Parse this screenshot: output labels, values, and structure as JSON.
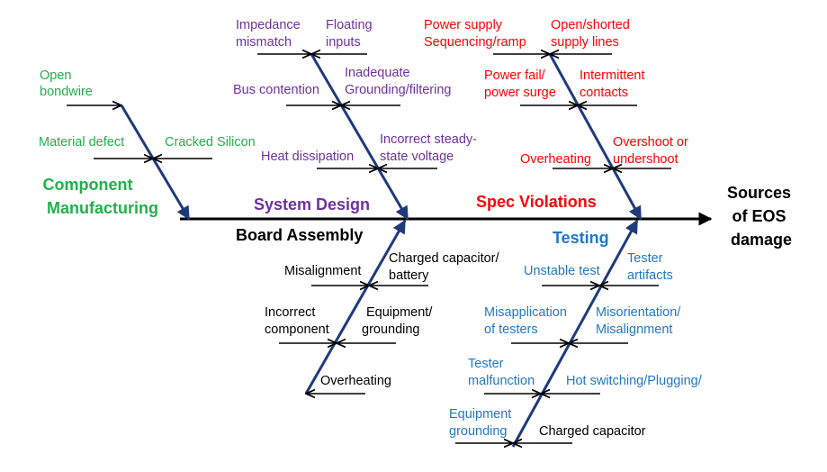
{
  "effect": {
    "lines": [
      "Sources",
      "of EOS",
      "damage"
    ],
    "color": "#000000"
  },
  "colors": {
    "spine": "#000000",
    "bone": "#1F3A7A",
    "rib": "#000000",
    "component": "#22B04B",
    "system": "#7030A0",
    "spec": "#FF0000",
    "board": "#000000",
    "testing": "#1F78C8"
  },
  "categories": {
    "component": {
      "label_lines": [
        "Component",
        "Manufacturing"
      ],
      "causes": [
        {
          "lines": [
            "Open",
            "bondwire"
          ]
        },
        {
          "lines": [
            "Material defect"
          ]
        },
        {
          "lines": [
            "Cracked Silicon"
          ]
        }
      ]
    },
    "system": {
      "label_lines": [
        "System Design"
      ],
      "causes": [
        {
          "lines": [
            "Impedance",
            "mismatch"
          ]
        },
        {
          "lines": [
            "Floating",
            "inputs"
          ]
        },
        {
          "lines": [
            "Bus contention"
          ]
        },
        {
          "lines": [
            "Inadequate",
            "Grounding/filtering"
          ]
        },
        {
          "lines": [
            "Heat dissipation"
          ]
        },
        {
          "lines": [
            "Incorrect steady-",
            "state voltage"
          ]
        }
      ]
    },
    "spec": {
      "label_lines": [
        "Spec Violations"
      ],
      "causes": [
        {
          "lines": [
            "Power supply",
            "Sequencing/ramp"
          ]
        },
        {
          "lines": [
            "Open/shorted",
            "supply lines"
          ]
        },
        {
          "lines": [
            "Power fail/",
            "power surge"
          ]
        },
        {
          "lines": [
            "Intermittent",
            "contacts"
          ]
        },
        {
          "lines": [
            "Overheating"
          ]
        },
        {
          "lines": [
            "Overshoot or",
            "undershoot"
          ]
        }
      ]
    },
    "board": {
      "label_lines": [
        "Board Assembly"
      ],
      "causes": [
        {
          "lines": [
            "Misalignment"
          ]
        },
        {
          "lines": [
            "Charged capacitor/",
            "battery"
          ]
        },
        {
          "lines": [
            "Incorrect",
            "component"
          ]
        },
        {
          "lines": [
            "Equipment/",
            "grounding"
          ]
        },
        {
          "lines": [
            "Overheating"
          ]
        }
      ]
    },
    "testing": {
      "label_lines": [
        "Testing"
      ],
      "causes": [
        {
          "lines": [
            "Unstable test"
          ]
        },
        {
          "lines": [
            "Tester",
            "artifacts"
          ]
        },
        {
          "lines": [
            "Misapplication",
            "of testers"
          ]
        },
        {
          "lines": [
            "Misorientation/",
            "Misalignment"
          ]
        },
        {
          "lines": [
            "Tester",
            "malfunction"
          ]
        },
        {
          "lines": [
            "Hot switching/Plugging/"
          ]
        },
        {
          "lines": [
            "Equipment",
            "grounding"
          ]
        },
        {
          "lines": [
            "Charged capacitor"
          ]
        }
      ]
    }
  }
}
